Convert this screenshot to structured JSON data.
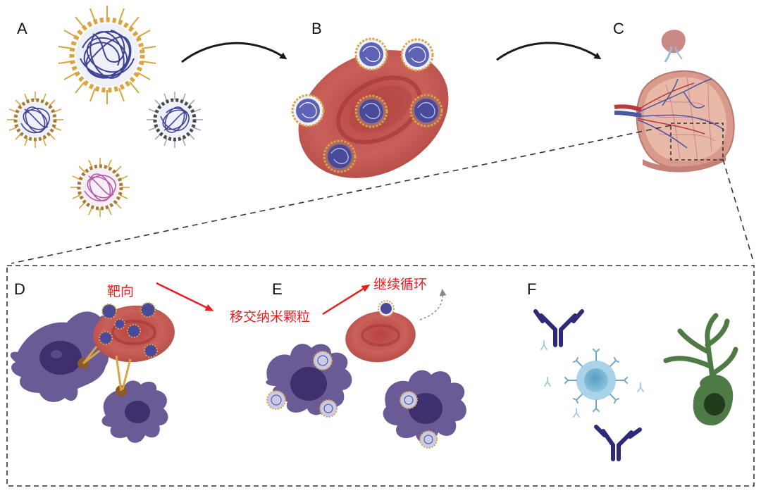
{
  "panels": {
    "a": "A",
    "b": "B",
    "c": "C",
    "d": "D",
    "e": "E",
    "f": "F"
  },
  "annotations": {
    "targeting": "靶向",
    "transfer_nanoparticles": "移交纳米颗粒",
    "continue_circulation": "继续循环"
  },
  "colors": {
    "annotation_red": "#e62020",
    "rbc_red": "#c4504d",
    "rbc_dark": "#a23a3a",
    "nanoparticle_core": "#3f4394",
    "corona_gold": "#d9a541",
    "apc_purple": "#6a5b97",
    "apc_nucleus": "#3e2f6e",
    "tcell_blue": "#8cc5df",
    "neuron_green": "#4f7a45",
    "antibody_navy": "#2e2a7a",
    "spleen_pink": "#d89a8c"
  },
  "icons": [
    "nanoparticle",
    "red-blood-cell",
    "spleen",
    "kidney",
    "antigen-presenting-cell",
    "t-cell",
    "antibody",
    "neuron"
  ]
}
